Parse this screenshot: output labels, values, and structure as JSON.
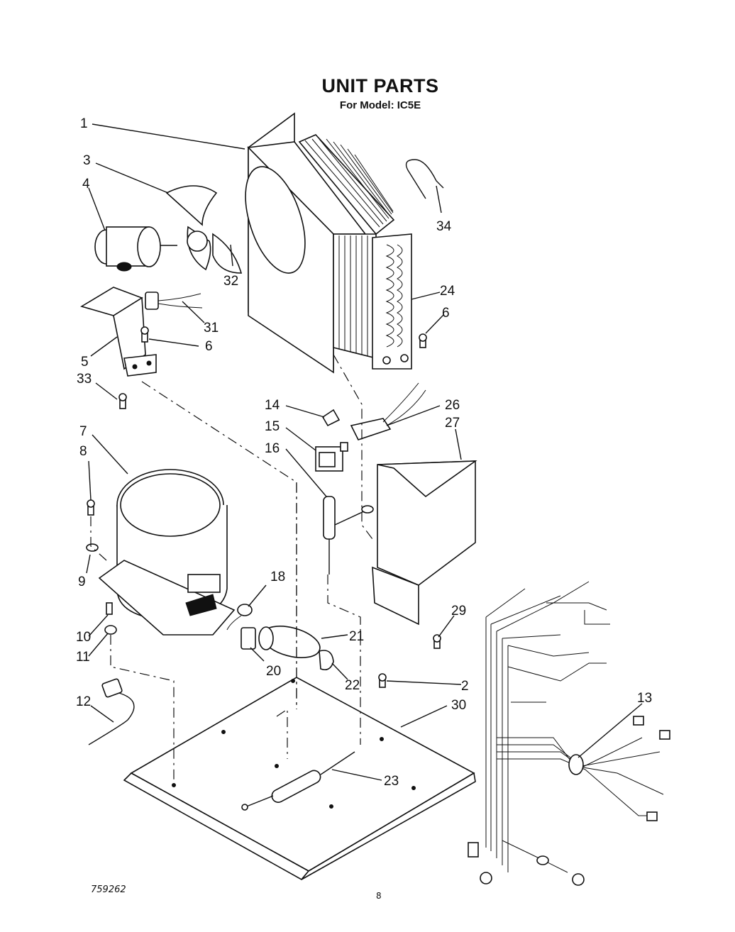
{
  "header": {
    "title": "UNIT PARTS",
    "subtitle": "For Model: IC5E"
  },
  "footer": {
    "document_code": "759262",
    "page_number": "8"
  },
  "callouts": [
    "1",
    "3",
    "4",
    "32",
    "31",
    "5",
    "6",
    "33",
    "34",
    "24",
    "6",
    "14",
    "26",
    "15",
    "27",
    "16",
    "7",
    "8",
    "9",
    "18",
    "10",
    "11",
    "21",
    "20",
    "22",
    "29",
    "2",
    "30",
    "12",
    "13",
    "23"
  ]
}
